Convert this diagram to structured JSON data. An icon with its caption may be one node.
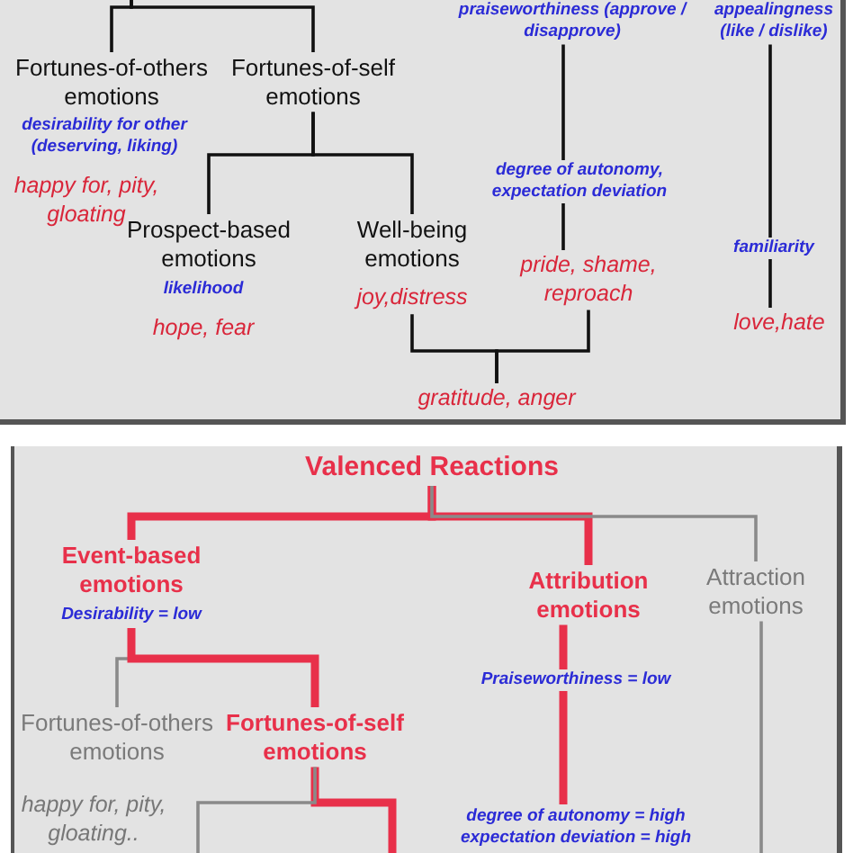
{
  "diagram": {
    "nodes": [
      {
        "text": [
          "Fortunes-of-others emotions"
        ]
      },
      {
        "text": [
          "Fortunes-of-self emotions"
        ]
      },
      {
        "text": [
          "Prospect-based emotions"
        ]
      },
      {
        "text": [
          "Well-being emotions"
        ]
      },
      {
        "text": [
          "pride, shame, reproach"
        ]
      },
      {
        "text": [
          "love,hate"
        ]
      },
      {
        "text": [
          "joy,distress"
        ]
      },
      {
        "text": [
          "gratitude, anger"
        ]
      },
      {
        "text": [
          "Valenced Reactions"
        ]
      },
      {
        "text": [
          "Event-based emotions"
        ]
      },
      {
        "text": [
          "Attribution emotions"
        ]
      },
      {
        "text": [
          "Attraction emotions"
        ]
      },
      {
        "text": [
          "Fortunes-of-others emotions"
        ]
      },
      {
        "text": [
          "Fortunes-of-self emotions"
        ]
      },
      {
        "text": [
          "praiseworthiness (approve / disapprove)"
        ]
      },
      {
        "text": [
          "appealingness (like / dislike)"
        ]
      },
      {
        "text": [
          "degree of autonomy = high expectation deviation = high"
        ]
      }
    ],
    "edges": [
      {
        "from": null,
        "to": 0,
        "arrow": "none"
      },
      {
        "from": null,
        "to": 1,
        "arrow": "none"
      },
      {
        "from": 1,
        "to": 2,
        "arrow": "none"
      },
      {
        "from": 1,
        "to": 3,
        "arrow": "none"
      },
      {
        "from": 14,
        "to": 4,
        "arrow": "none",
        "label": "degree of autonomy, expectation deviation"
      },
      {
        "from": 15,
        "to": 5,
        "arrow": "none",
        "label": "familiarity"
      },
      {
        "from": 6,
        "to": 7,
        "arrow": "none"
      },
      {
        "from": 4,
        "to": 7,
        "arrow": "none"
      },
      {
        "from": 8,
        "to": 9,
        "arrow": "none",
        "style": "thick",
        "color": "#e8304a"
      },
      {
        "from": 8,
        "to": 10,
        "arrow": "none",
        "style": "thick",
        "color": "#e8304a"
      },
      {
        "from": 8,
        "to": 11,
        "arrow": "none",
        "color": "#8a8a8a"
      },
      {
        "from": 9,
        "to": 12,
        "arrow": "none",
        "color": "#8a8a8a"
      },
      {
        "from": 9,
        "to": 13,
        "arrow": "none",
        "style": "thick",
        "color": "#e8304a"
      },
      {
        "from": 13,
        "to": null,
        "arrow": "none",
        "style": "thick",
        "color": "#e8304a"
      },
      {
        "from": 13,
        "to": null,
        "arrow": "none",
        "color": "#8a8a8a"
      },
      {
        "from": 10,
        "to": 16,
        "arrow": "none",
        "style": "thick",
        "color": "#e8304a",
        "label": "Praiseworthiness = low"
      },
      {
        "from": 11,
        "to": null,
        "arrow": "none",
        "color": "#8a8a8a"
      }
    ],
    "labels": [
      "desirability for other (deserving, liking)",
      "happy for, pity, gloating",
      "likelihood",
      "hope, fear",
      "Desirability = low",
      "happy for, pity, gloating.."
    ]
  }
}
